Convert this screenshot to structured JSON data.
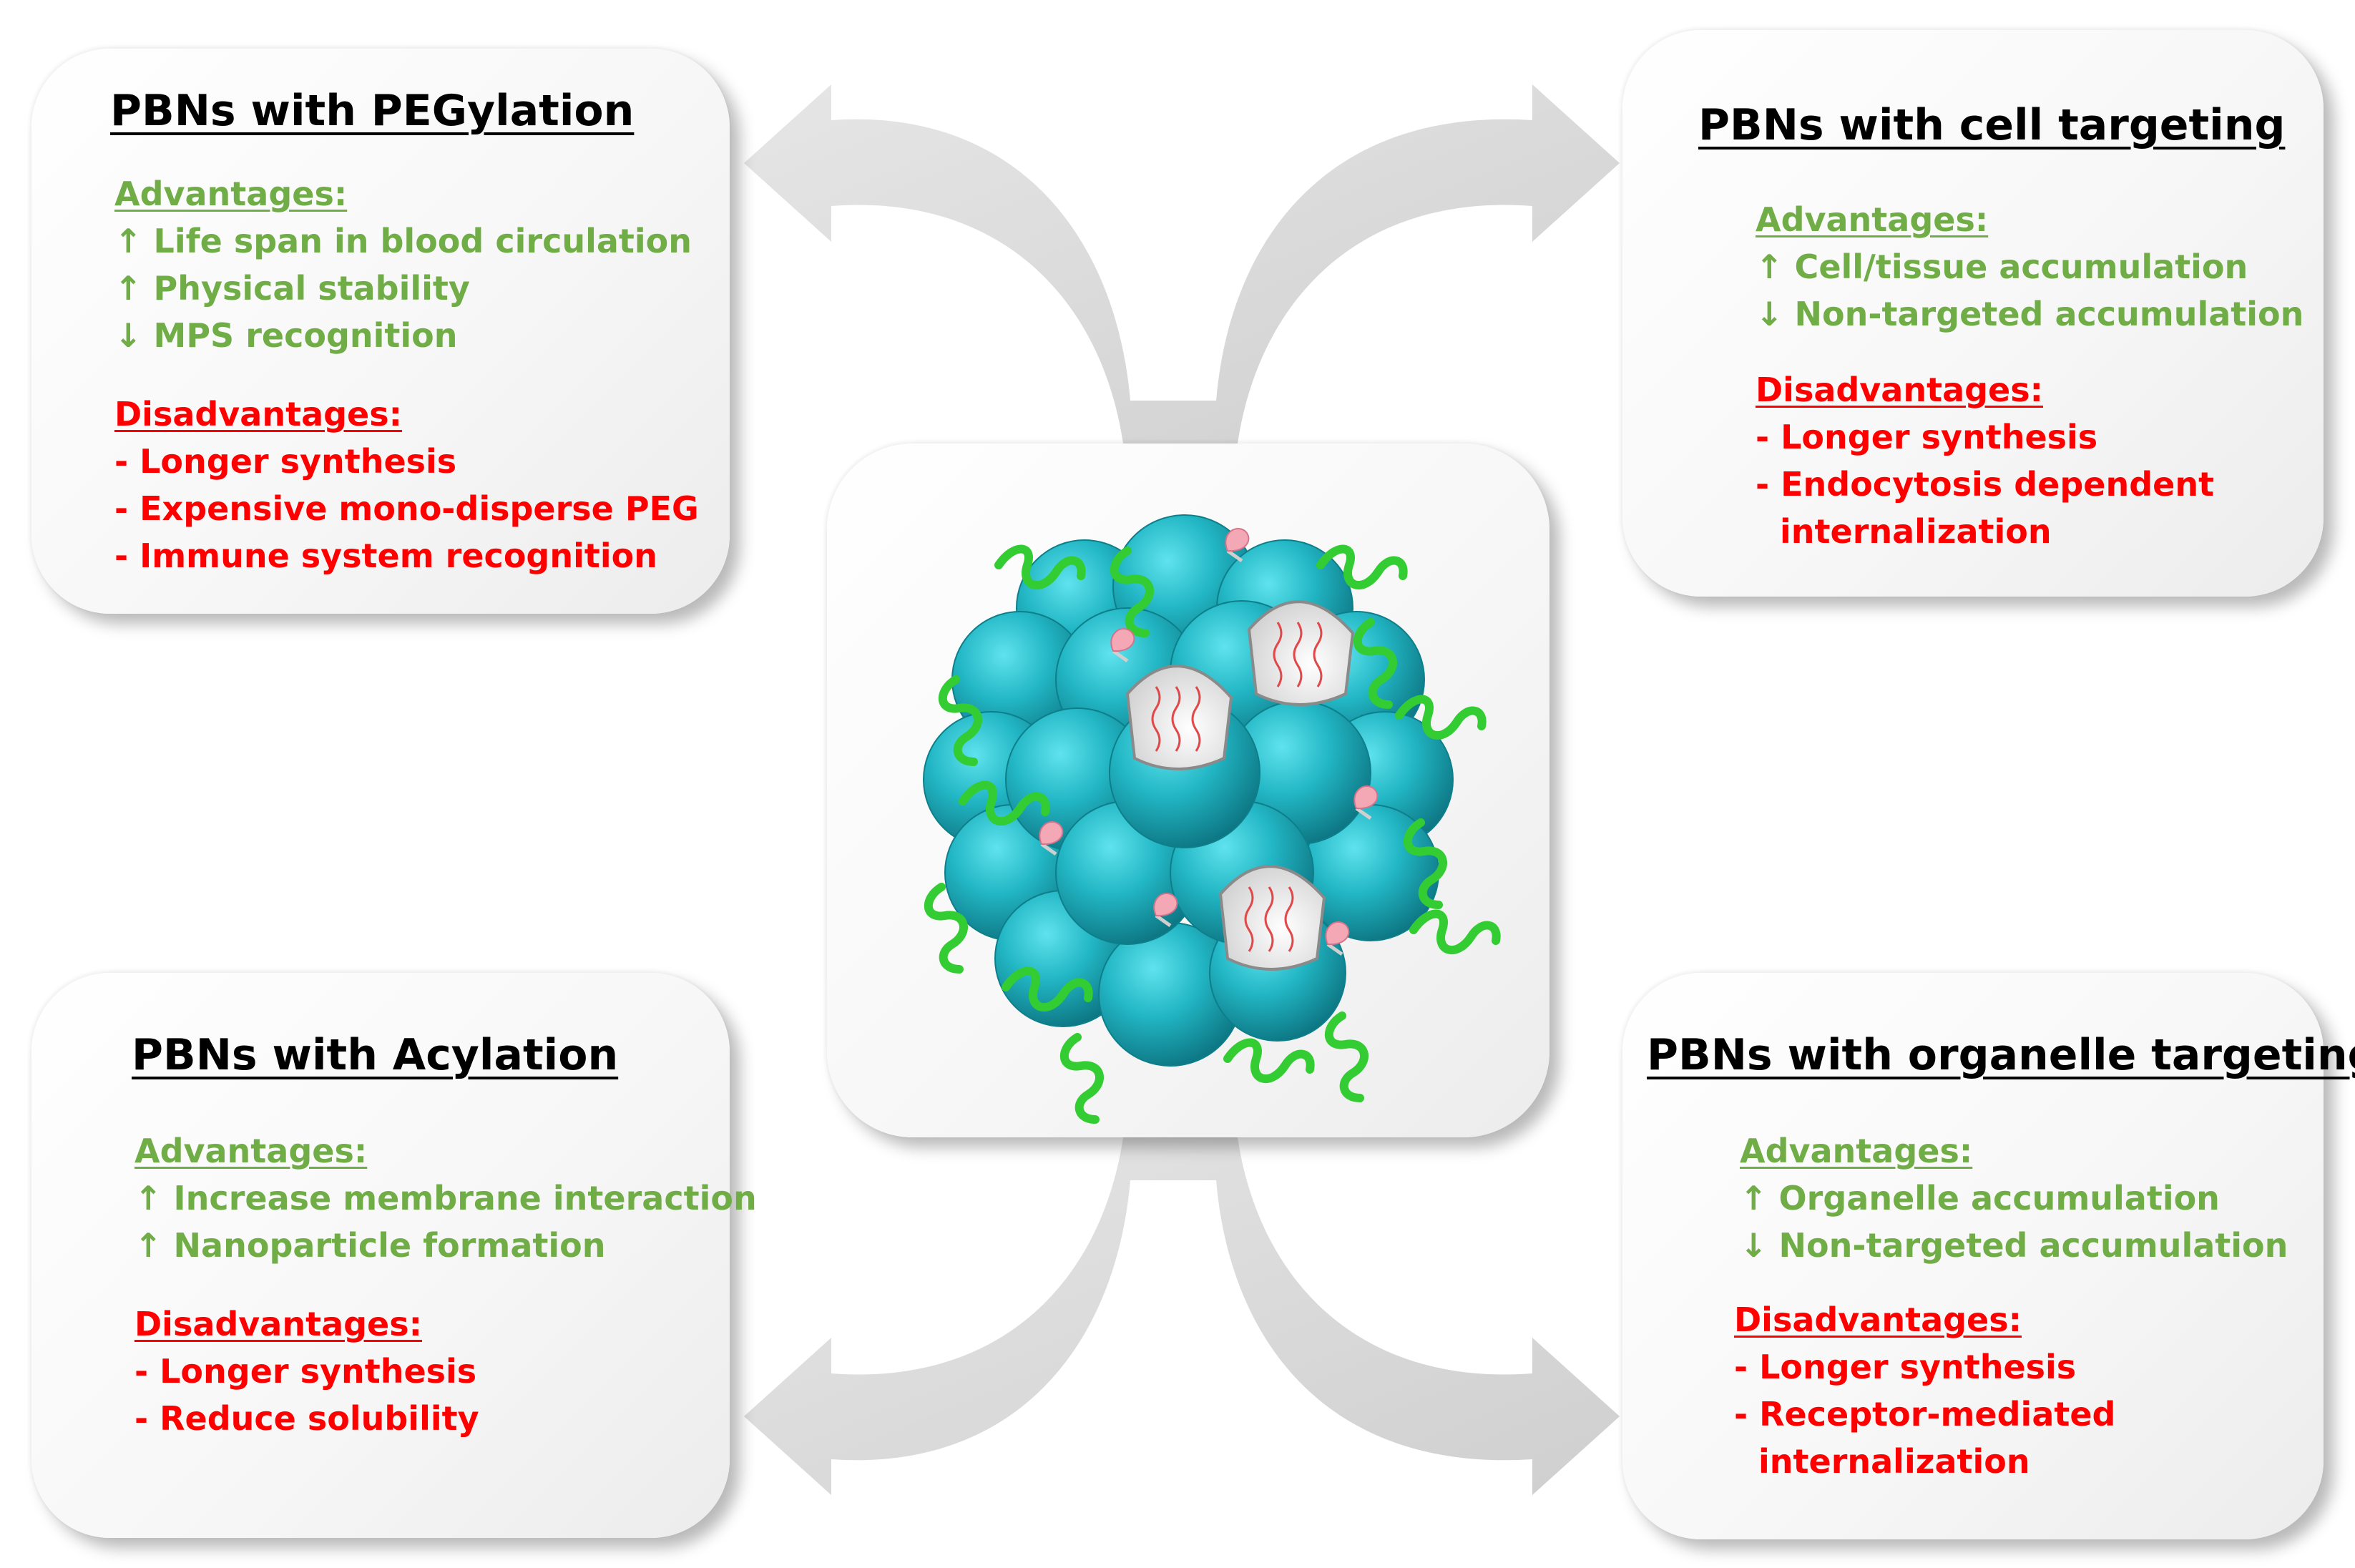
{
  "colors": {
    "advantage": "#70ad47",
    "disadvantage": "#ff0000",
    "heading": "#000000",
    "arrow": "#d9d9d9",
    "nanoparticle": "#1fb3c2",
    "polymer": "#33cc33",
    "ligand": "#f4a7b5",
    "cargo": "#e0484a"
  },
  "icons": {
    "increase": "up-arrow-icon",
    "decrease": "down-arrow-icon",
    "center": "nanoparticle-illustration-icon",
    "connectors": "curved-double-arrow-icon"
  },
  "cards": {
    "pegylation": {
      "title": "PBNs with PEGylation",
      "advantages_label": "Advantages:",
      "advantages": [
        "↑ Life span in blood circulation",
        "↑ Physical stability",
        "↓ MPS recognition"
      ],
      "disadvantages_label": "Disadvantages:",
      "disadvantages": [
        "- Longer synthesis",
        "- Expensive mono-disperse PEG",
        "- Immune system recognition"
      ]
    },
    "cell_targeting": {
      "title": "PBNs with cell targeting",
      "advantages_label": "Advantages:",
      "advantages": [
        "↑ Cell/tissue accumulation",
        "↓ Non-targeted accumulation"
      ],
      "disadvantages_label": "Disadvantages:",
      "disadvantages": [
        "- Longer synthesis",
        "- Endocytosis dependent",
        "internalization"
      ]
    },
    "acylation": {
      "title": "PBNs with Acylation",
      "advantages_label": "Advantages:",
      "advantages": [
        "↑ Increase membrane interaction",
        "↑ Nanoparticle formation"
      ],
      "disadvantages_label": "Disadvantages:",
      "disadvantages": [
        "- Longer synthesis",
        "- Reduce solubility"
      ]
    },
    "organelle_targeting": {
      "title": "PBNs with organelle targeting",
      "advantages_label": "Advantages:",
      "advantages": [
        "↑ Organelle accumulation",
        "↓ Non-targeted accumulation"
      ],
      "disadvantages_label": "Disadvantages:",
      "disadvantages": [
        "- Longer synthesis",
        "- Receptor-mediated",
        "internalization"
      ]
    }
  }
}
